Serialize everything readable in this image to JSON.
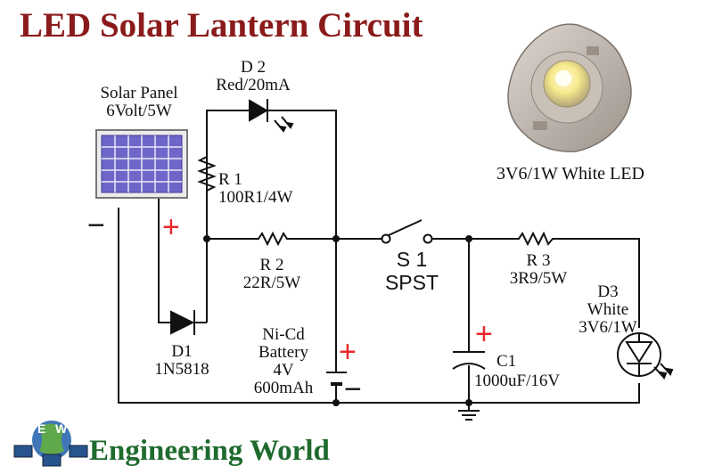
{
  "title": "LED Solar Lantern Circuit",
  "photo_caption": "3V6/1W  White LED",
  "solar_panel": {
    "name": "Solar Panel",
    "rating": "6Volt/5W"
  },
  "components": {
    "d2": {
      "ref": "D 2",
      "value": "Red/20mA"
    },
    "r1": {
      "ref": "R 1",
      "value": "100R1/4W"
    },
    "r2": {
      "ref": "R 2",
      "value": "22R/5W"
    },
    "d1": {
      "ref": "D1",
      "value": "1N5818"
    },
    "battery": {
      "line1": "Ni-Cd",
      "line2": "Battery",
      "line3": "4V",
      "line4": "600mAh"
    },
    "s1": {
      "ref": "S 1",
      "value": "SPST"
    },
    "r3": {
      "ref": "R 3",
      "value": "3R9/5W"
    },
    "d3": {
      "ref": "D3",
      "line2": "White",
      "value": "3V6/1W"
    },
    "c1": {
      "ref": "C1",
      "value": "1000uF/16V"
    }
  },
  "polarity": {
    "plus": "+",
    "minus": "−"
  },
  "logo": {
    "letters": "EW",
    "brand": "Engineering World"
  },
  "colors": {
    "title": "#8b1a1a",
    "plus": "#e8272a",
    "brand": "#1f6b2e",
    "panel": "#6f66c9"
  }
}
